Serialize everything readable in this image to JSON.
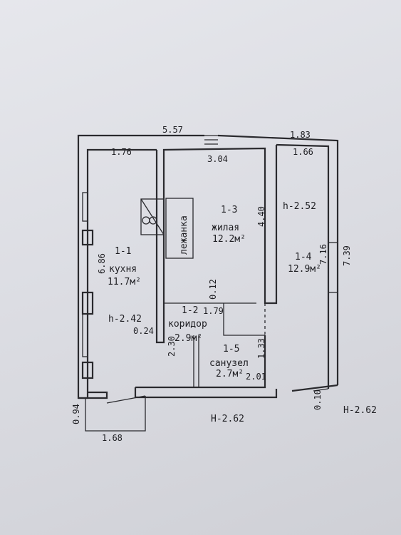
{
  "plan": {
    "outer_dims": {
      "top_width": "5.57",
      "top_right": "1.83",
      "right_height": "7.39",
      "porch_depth": "0.94",
      "porch_width": "1.68",
      "right_bottom": "0.10"
    },
    "rooms": [
      {
        "id": "1-1",
        "name": "кухня",
        "area": "11.7м²",
        "width": "1.76",
        "height": "6.86",
        "ceiling": "h-2.42"
      },
      {
        "id": "1-2",
        "name": "коридор",
        "area": "2.9м²",
        "width": "1.79",
        "height": "2.30"
      },
      {
        "id": "1-3",
        "name": "жилая",
        "area": "12.2м²",
        "width": "3.04",
        "height": "4.40"
      },
      {
        "id": "1-4",
        "name": "",
        "area": "12.9м²",
        "width": "1.66",
        "height": "7.16",
        "ceiling": "h-2.52"
      },
      {
        "id": "1-5",
        "name": "санузел",
        "area": "2.7м²",
        "width": "2.01",
        "height": "1.33"
      }
    ],
    "stove_label": "лежанка",
    "wall_thickness_1": "0.24",
    "wall_thickness_2": "0.12",
    "ground_level_1": "Н-2.62",
    "ground_level_2": "Н-2.62"
  }
}
